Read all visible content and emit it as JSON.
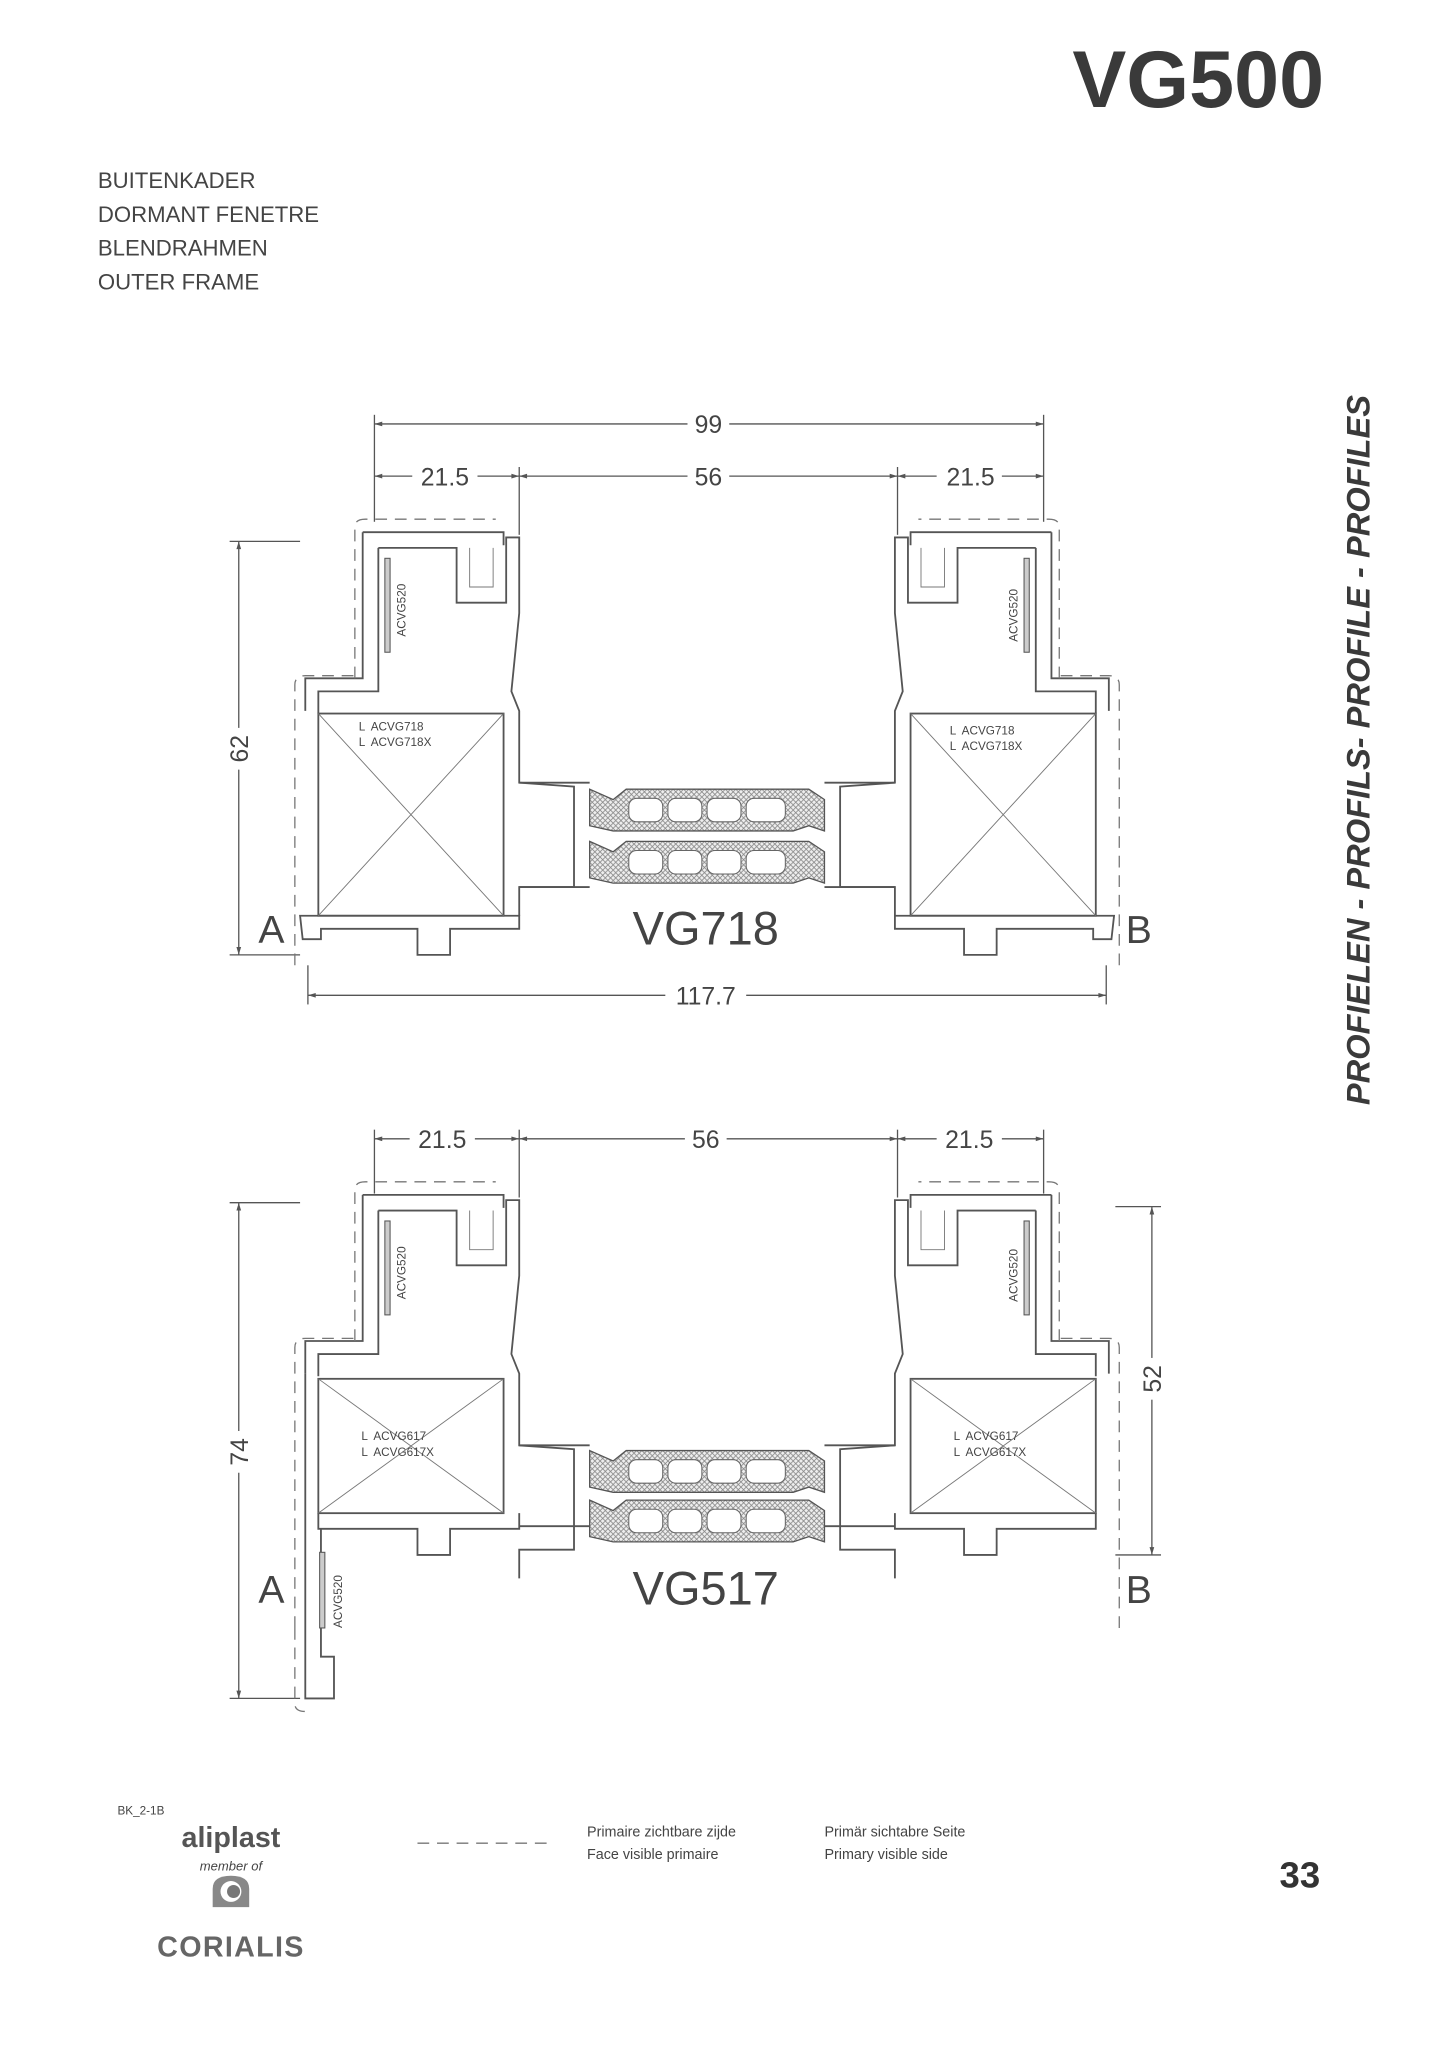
{
  "header": {
    "title": "VG500"
  },
  "categories": [
    "BUITENKADER",
    "DORMANT FENETRE",
    "BLENDRAHMEN",
    "OUTER FRAME"
  ],
  "side_label": "PROFIELEN - PROFILS- PROFILE - PROFILES",
  "drawing1": {
    "name": "VG718",
    "dim_total_top": "99",
    "dim_left": "21.5",
    "dim_middle": "56",
    "dim_right": "21.5",
    "dim_height": "62",
    "dim_total_bottom": "117.7",
    "side_a": "A",
    "side_b": "B",
    "seal_left": "ACVG520",
    "seal_right": "ACVG520",
    "reinf_left": [
      "L  ACVG718",
      "L  ACVG718X"
    ],
    "reinf_right": [
      "L  ACVG718",
      "L  ACVG718X"
    ]
  },
  "drawing2": {
    "name": "VG517",
    "dim_left": "21.5",
    "dim_middle": "56",
    "dim_right": "21.5",
    "dim_height_left": "74",
    "dim_height_right": "52",
    "side_a": "A",
    "side_b": "B",
    "seal_left": "ACVG520",
    "seal_right": "ACVG520",
    "seal_bottom": "ACVG520",
    "reinf_left": [
      "L  ACVG617",
      "L  ACVG617X"
    ],
    "reinf_right": [
      "L  ACVG617",
      "L  ACVG617X"
    ]
  },
  "legend": {
    "nl": "Primaire zichtbare zijde",
    "fr": "Face visible primaire",
    "de": "Primär sichtabre Seite",
    "en": "Primary visible side"
  },
  "footer": {
    "code": "BK_2-1B",
    "brand": "aliplast",
    "member_of": "member of",
    "group": "CORIALIS",
    "page_number": "33"
  }
}
